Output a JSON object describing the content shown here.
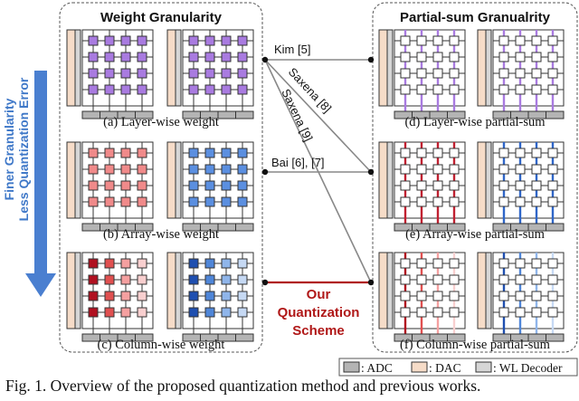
{
  "panels": {
    "weight_title": "Weight Granularity",
    "partial_title": "Partial-sum Granualrity"
  },
  "side_arrow": {
    "line1": "Finer Granularity",
    "line2": "Less Quantization Error"
  },
  "labels": {
    "a": "(a) Layer-wise weight",
    "b": "(b) Array-wise weight",
    "c": "(c) Column-wise weight",
    "d": "(d) Layer-wise partial-sum",
    "e": "(e) Array-wise partial-sum",
    "f": "(f) Column-wise partial-sum"
  },
  "connections": {
    "kim": "Kim [5]",
    "saxena8": "Saxena [8]",
    "saxena9": "Saxena [9]",
    "bai": "Bai [6], [7]",
    "ours_line1": "Our",
    "ours_line2": "Quantization",
    "ours_line3": "Scheme"
  },
  "legend": {
    "adc": ": ADC",
    "dac": ": DAC",
    "wl": ": WL Decoder"
  },
  "caption": "Fig. 1.  Overview of the proposed quantization method and previous works.",
  "colors": {
    "purple": "#a97be0",
    "red_light": "#f08a8a",
    "blue": "#5b8fe0",
    "column_red": [
      "#b01020",
      "#e05050",
      "#f5a0a0",
      "#f8cfcf"
    ],
    "column_blue": [
      "#1f4fb0",
      "#4f86d8",
      "#8fb5ea",
      "#c6d9f4"
    ],
    "ours_red": "#b01818",
    "arrow_blue": "#4a7fd0",
    "adc": "#b4b4b4",
    "dac": "#f6dcc8",
    "wl": "#d6d6d6"
  }
}
